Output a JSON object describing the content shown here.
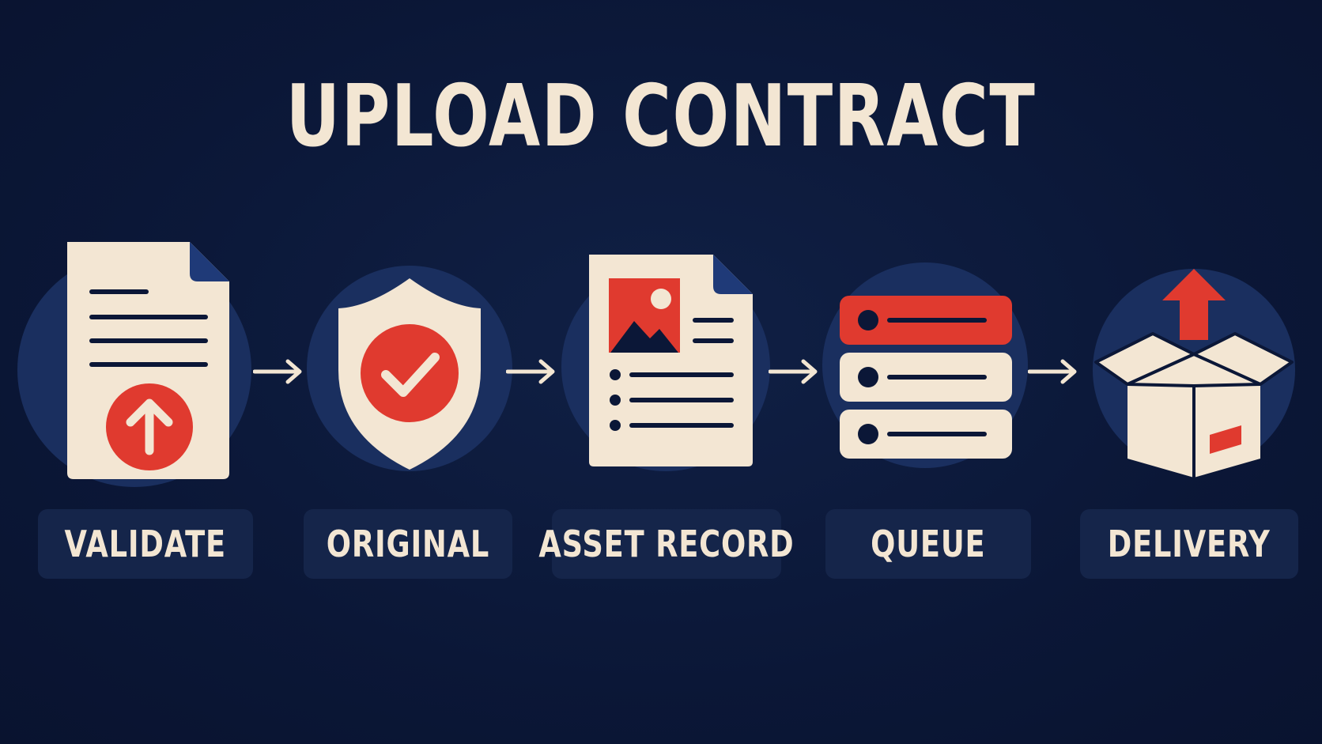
{
  "title": "UPLOAD CONTRACT",
  "colors": {
    "background": "#0b1737",
    "circle": "#1a2f5f",
    "cream": "#f3e6d3",
    "red": "#e03a2f",
    "label_box": "#15254a"
  },
  "steps": [
    {
      "label": "VALIDATE",
      "icon": "document-upload-icon"
    },
    {
      "label": "ORIGINAL",
      "icon": "shield-check-icon"
    },
    {
      "label": "ASSET RECORD",
      "icon": "asset-record-document-icon"
    },
    {
      "label": "QUEUE",
      "icon": "queue-stack-icon"
    },
    {
      "label": "DELIVERY",
      "icon": "delivery-box-icon"
    }
  ]
}
